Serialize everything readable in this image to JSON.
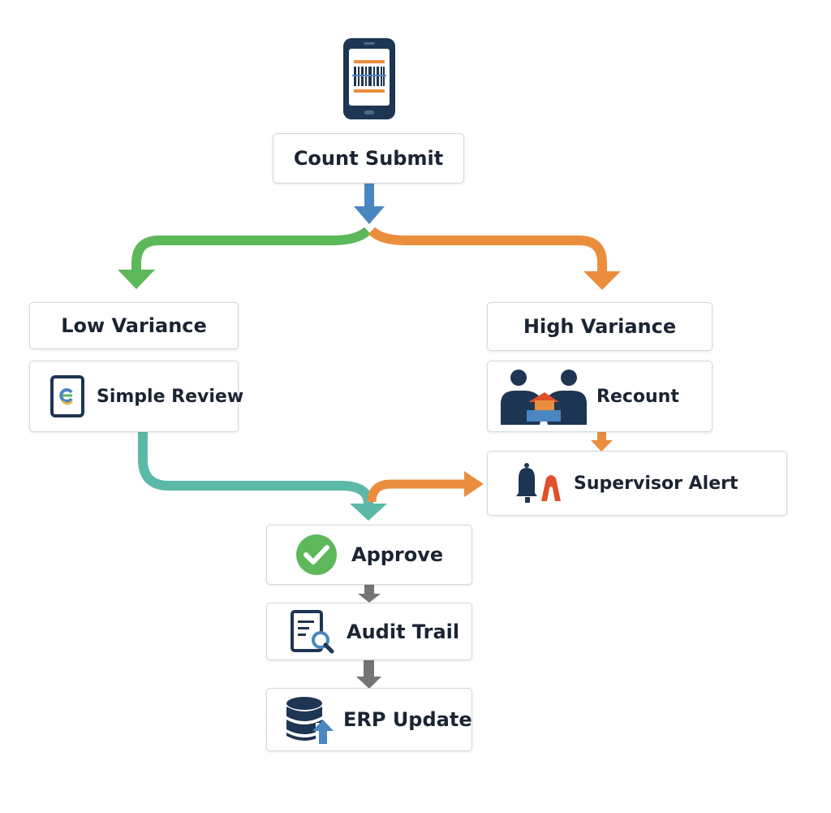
{
  "diagram": {
    "nodes": {
      "count_submit": {
        "label": "Count Submit",
        "icon": "smartphone-barcode-icon"
      },
      "low_variance": {
        "label": "Low Variance"
      },
      "simple_review": {
        "label": "Simple Review",
        "icon": "document-review-icon"
      },
      "high_variance": {
        "label": "High Variance"
      },
      "recount": {
        "label": "Recount",
        "icon": "people-counting-icon"
      },
      "supervisor_alert": {
        "label": "Supervisor Alert",
        "icon": "bell-alert-icon"
      },
      "approve": {
        "label": "Approve",
        "icon": "check-circle-icon"
      },
      "audit_trail": {
        "label": "Audit Trail",
        "icon": "document-search-icon"
      },
      "erp_update": {
        "label": "ERP Update",
        "icon": "database-upload-icon"
      }
    },
    "colors": {
      "blue": "#4a86c0",
      "green": "#5db85a",
      "orange": "#ea8e3e",
      "teal": "#5cb9a8",
      "gray": "#757575",
      "navy": "#1e3553",
      "text": "#1b2433",
      "border": "#d3d7dc"
    }
  }
}
